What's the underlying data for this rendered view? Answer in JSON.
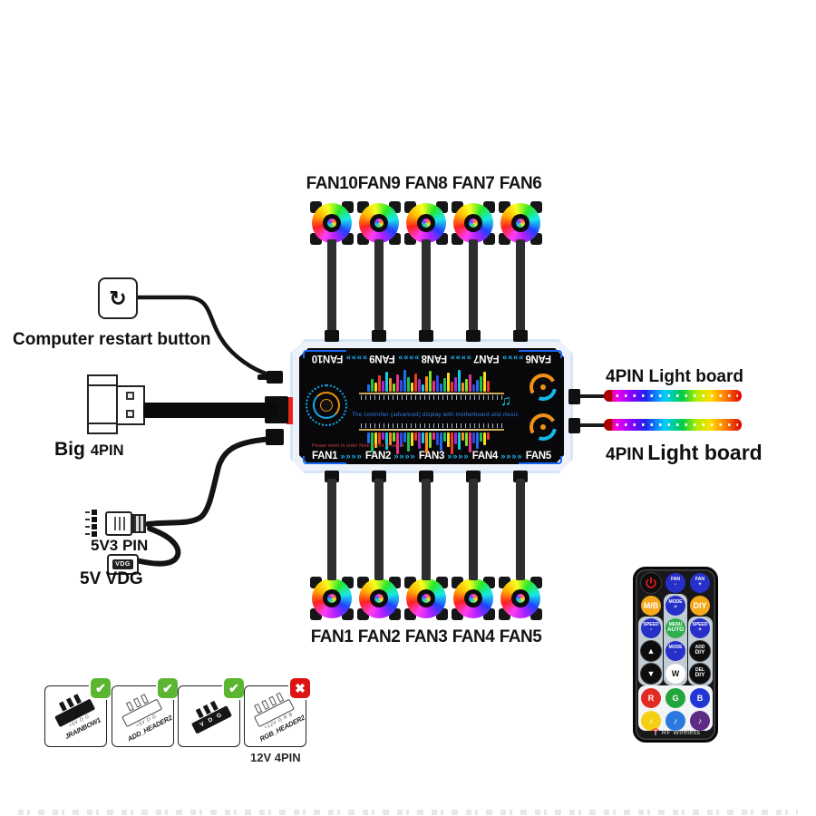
{
  "colors": {
    "accent_cyan": "#1db4f2",
    "hub_frame": "#edf2fa",
    "power_red_marker": "#e8211d",
    "check_green": "#5cb531",
    "cross_red": "#dd1414"
  },
  "fans": {
    "top_labels": [
      "FAN10",
      "FAN9",
      "FAN8",
      "FAN7",
      "FAN6"
    ],
    "bottom_labels": [
      "FAN1",
      "FAN2",
      "FAN3",
      "FAN4",
      "FAN5"
    ]
  },
  "hub": {
    "top_ports": [
      "FAN6",
      "FAN7",
      "FAN8",
      "FAN9",
      "FAN10"
    ],
    "bottom_ports": [
      "FAN1",
      "FAN2",
      "FAN3",
      "FAN4",
      "FAN5"
    ],
    "arrow": "»»»»",
    "center_text": "The controller (advanced) display with motherboard and music",
    "note_text": "Please enter in order  Note: Need to switch",
    "music_note": "♫"
  },
  "equalizer": {
    "heights_top": [
      8,
      14,
      10,
      18,
      12,
      22,
      15,
      9,
      19,
      13,
      24,
      16,
      10,
      20,
      14,
      8,
      17,
      23,
      12,
      18,
      9,
      15,
      21,
      11,
      16,
      24,
      10,
      14,
      19,
      8,
      13,
      17,
      22,
      12
    ],
    "heights_bottom": [
      12,
      22,
      17,
      13,
      8,
      19,
      14,
      10,
      24,
      16,
      11,
      21,
      15,
      9,
      18,
      12,
      23,
      17,
      8,
      14,
      20,
      10,
      16,
      24,
      13,
      19,
      9,
      15,
      22,
      12,
      18,
      10,
      14,
      8
    ],
    "palette": [
      "#1e6df0",
      "#21c24a",
      "#ffd91e",
      "#f03a28",
      "#a22bd6",
      "#12cde0",
      "#ff8d1e",
      "#7ddf2a",
      "#e8328f",
      "#3548e0"
    ]
  },
  "left_side": {
    "restart_label": "Computer restart button",
    "restart_icon": "↻",
    "big_4pin": {
      "word1": "Big",
      "word2": "4PIN"
    },
    "pin_5v3_label": "5V3 PIN",
    "vdg_connector_label": "VDG",
    "vdg_label": "5V VDG"
  },
  "light_boards": {
    "top_label": "4PIN Light board",
    "bottom_label_word1": "4PIN",
    "bottom_label_word2": "Light board"
  },
  "remote": {
    "brand": "RF Wireless",
    "buttons": [
      {
        "name": "power-button",
        "color": "power",
        "lines": []
      },
      {
        "name": "fan-minus-button",
        "color": "blue",
        "lines": [
          "FAN",
          "-"
        ]
      },
      {
        "name": "fan-plus-button",
        "color": "blue",
        "lines": [
          "FAN",
          "+"
        ]
      },
      {
        "name": "mb-button",
        "color": "orange",
        "lines": [
          "M/B"
        ]
      },
      {
        "name": "mode-plus-button",
        "color": "blue",
        "lines": [
          "MODE",
          "+"
        ]
      },
      {
        "name": "diy-button",
        "color": "orange",
        "lines": [
          "DIY"
        ]
      },
      {
        "name": "speed-minus-button",
        "color": "blue",
        "lines": [
          "SPEED",
          "-"
        ]
      },
      {
        "name": "menu-auto-button",
        "color": "green",
        "lines": [
          "MENU",
          "AUTO"
        ]
      },
      {
        "name": "speed-plus-button",
        "color": "blue",
        "lines": [
          "SPEED",
          "+"
        ]
      },
      {
        "name": "brightness-up-button",
        "color": "black",
        "lines": [
          "▲"
        ]
      },
      {
        "name": "mode-minus-button",
        "color": "blue",
        "lines": [
          "MODE",
          "-"
        ]
      },
      {
        "name": "add-diy-button",
        "color": "black",
        "lines": [
          "ADD",
          "DIY"
        ]
      },
      {
        "name": "brightness-down-button",
        "color": "black",
        "lines": [
          "▼"
        ]
      },
      {
        "name": "white-button",
        "color": "white",
        "lines": [
          "W"
        ]
      },
      {
        "name": "del-diy-button",
        "color": "black",
        "lines": [
          "DEL",
          "DIY"
        ]
      },
      {
        "name": "red-button",
        "color": "red",
        "lines": [
          "R"
        ]
      },
      {
        "name": "green-button",
        "color": "green2",
        "lines": [
          "G"
        ]
      },
      {
        "name": "blue-button",
        "color": "blue2",
        "lines": [
          "B"
        ]
      },
      {
        "name": "music-yellow-button",
        "color": "yellow",
        "lines": [
          "♪"
        ]
      },
      {
        "name": "music-blue-button",
        "color": "lightblue",
        "lines": [
          "♪"
        ]
      },
      {
        "name": "music-purple-button",
        "color": "purple",
        "lines": [
          "♪"
        ]
      }
    ]
  },
  "compat": {
    "boxes": [
      {
        "label": "JRAINBOW1",
        "pin_text": "+5V D G",
        "style": "dark",
        "pins": 3,
        "status": "check"
      },
      {
        "label": "ADD_HEADER2",
        "pin_text": "+5V D G",
        "style": "outline",
        "pins": 3,
        "status": "check"
      },
      {
        "label": "V D G",
        "pin_text": "",
        "style": "vdg",
        "pins": 3,
        "status": "check"
      },
      {
        "label": "RGB_HEADER2",
        "pin_text": "+12V G R B",
        "style": "outline",
        "pins": 4,
        "status": "cross"
      }
    ],
    "note": "12V 4PIN"
  }
}
